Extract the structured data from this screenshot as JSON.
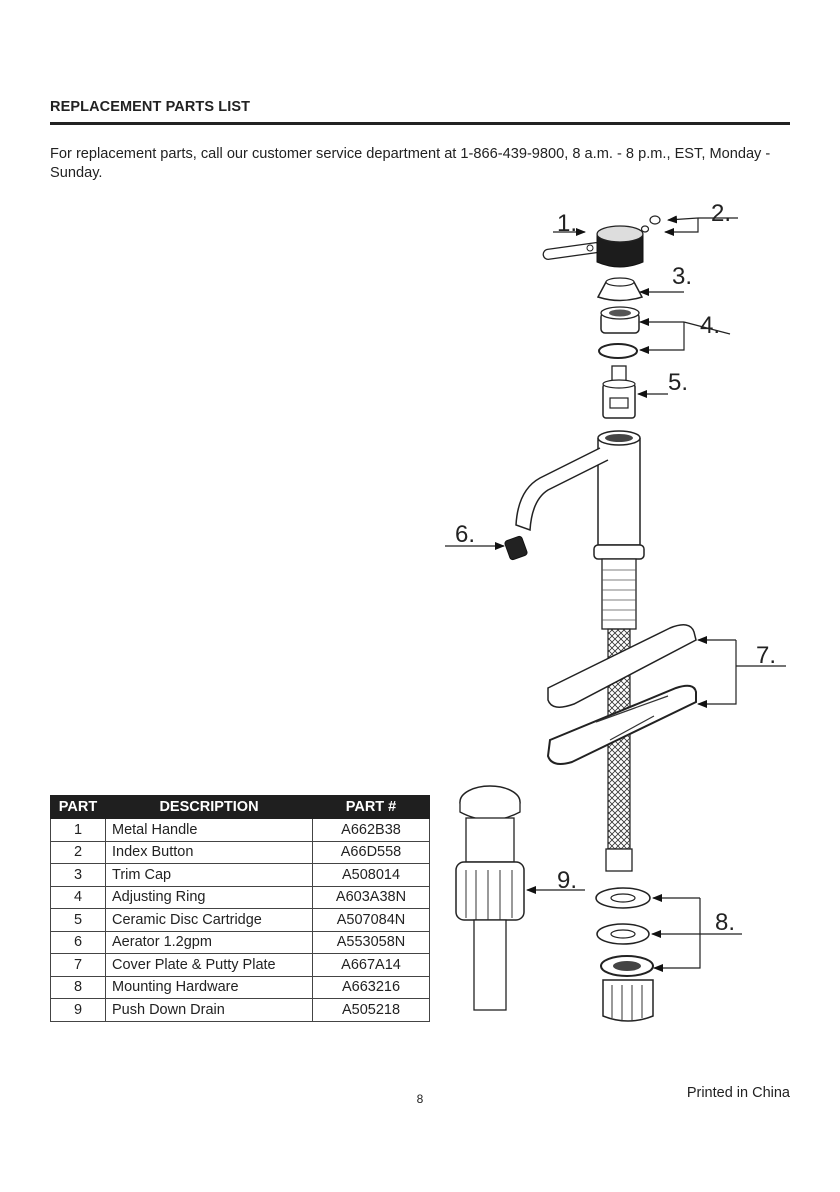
{
  "header": {
    "title": "REPLACEMENT PARTS LIST",
    "intro": "For replacement parts, call our customer service department at 1-866-439-9800, 8 a.m. - 8 p.m., EST, Monday - Sunday."
  },
  "callouts": [
    "1.",
    "2.",
    "3.",
    "4.",
    "5.",
    "6.",
    "7.",
    "8.",
    "9."
  ],
  "table": {
    "headers": [
      "PART",
      "DESCRIPTION",
      "PART #"
    ],
    "rows": [
      {
        "part": "1",
        "description": "Metal Handle",
        "number": "A662B38"
      },
      {
        "part": "2",
        "description": "Index Button",
        "number": "A66D558"
      },
      {
        "part": "3",
        "description": "Trim Cap",
        "number": "A508014"
      },
      {
        "part": "4",
        "description": "Adjusting Ring",
        "number": "A603A38N"
      },
      {
        "part": "5",
        "description": "Ceramic Disc Cartridge",
        "number": "A507084N"
      },
      {
        "part": "6",
        "description": "Aerator 1.2gpm",
        "number": "A553058N"
      },
      {
        "part": "7",
        "description": "Cover Plate & Putty Plate",
        "number": "A667A14"
      },
      {
        "part": "8",
        "description": "Mounting Hardware",
        "number": "A663216"
      },
      {
        "part": "9",
        "description": "Push Down Drain",
        "number": "A505218"
      }
    ]
  },
  "footer": {
    "page_number": "8",
    "printed": "Printed in China"
  }
}
